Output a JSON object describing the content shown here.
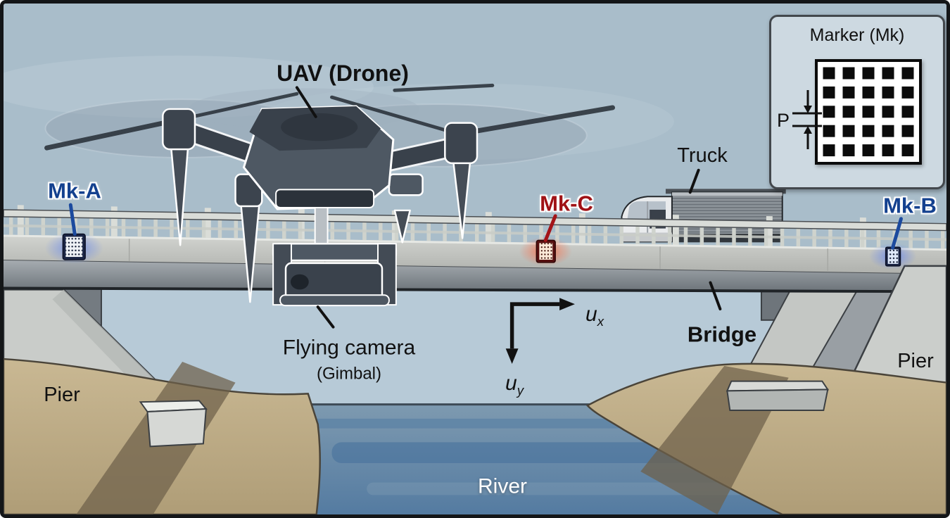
{
  "labels": {
    "uav": "UAV (Drone)",
    "truck": "Truck",
    "mk_a": "Mk-A",
    "mk_b": "Mk-B",
    "mk_c": "Mk-C",
    "flying_camera": "Flying camera",
    "gimbal": "(Gimbal)",
    "bridge": "Bridge",
    "pier_left": "Pier",
    "pier_right": "Pier",
    "river": "River",
    "axis_u": "u",
    "axis_x_sub": "x",
    "axis_y_sub": "y"
  },
  "inset": {
    "title": "Marker (Mk)",
    "pitch_label": "P",
    "grid_rows": 5,
    "grid_cols": 5
  },
  "colors": {
    "label_blue": "#14418f",
    "label_red": "#a01216",
    "sky": "#a9bdca",
    "under_bridge_sky": "#b7cad7",
    "water": "#547ba1",
    "bank_tan": "#c0af8b",
    "concrete_light": "#c9ccc9",
    "girder_gray": "#6b7278",
    "marker_glow_blue": "#5f82ef",
    "marker_glow_red": "#ff6038"
  }
}
